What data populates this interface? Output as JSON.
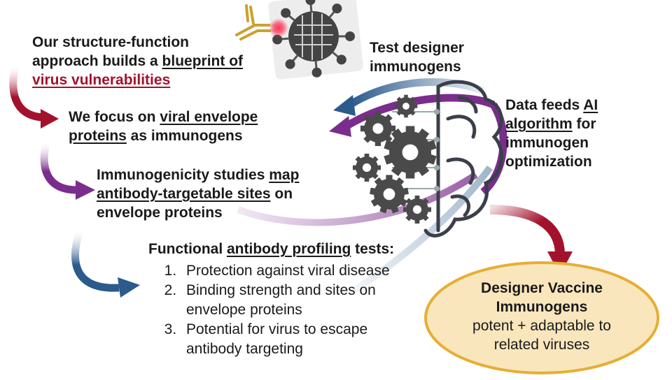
{
  "blocks": {
    "blueprint": {
      "line1": "Our structure-function",
      "line2_pre": "approach builds a ",
      "line2_u": "blueprint of",
      "line3_u": "virus vulnerabilities"
    },
    "envelope": {
      "line1_pre": "We focus on ",
      "line1_u": "viral envelope",
      "line2_u": "proteins",
      "line2_post": " as immunogens"
    },
    "immunogenicity": {
      "line1_pre": "Immunogenicity studies ",
      "line1_u": "map",
      "line2_u": "antibody-targetable sites",
      "line2_post": " on",
      "line3": "envelope proteins"
    },
    "profiling": {
      "title_pre": "Functional ",
      "title_u": "antibody profiling",
      "title_post": " tests:",
      "items": [
        {
          "l1": "Protection against viral disease",
          "l2": ""
        },
        {
          "l1": "Binding strength and sites on",
          "l2": "envelope proteins"
        },
        {
          "l1": "Potential for virus to escape",
          "l2": "antibody targeting"
        }
      ]
    },
    "test_designer": {
      "line1": "Test designer",
      "line2": "immunogens"
    },
    "ai": {
      "line1_pre": "Data feeds ",
      "line1_u": "AI",
      "line2_u": "algorithm",
      "line2_post": " for",
      "line3": "immunogen",
      "line4": "optimization"
    },
    "vaccine": {
      "title1": "Designer Vaccine",
      "title2": "Immunogens",
      "sub1": "potent + adaptable to",
      "sub2": "related viruses"
    }
  },
  "colors": {
    "red_arrow": "#a3122d",
    "purple_arrow": "#7a2d8c",
    "blue_arrow": "#2b5a8c",
    "ellipse_fill": "#f9e6bd",
    "ellipse_stroke": "#e6ae35",
    "gear": "#4a4a4a",
    "brain_outline": "#3a3f4a"
  },
  "icons": [
    "antibody-icon",
    "virus-icon",
    "brain-icon",
    "gear-icon"
  ]
}
